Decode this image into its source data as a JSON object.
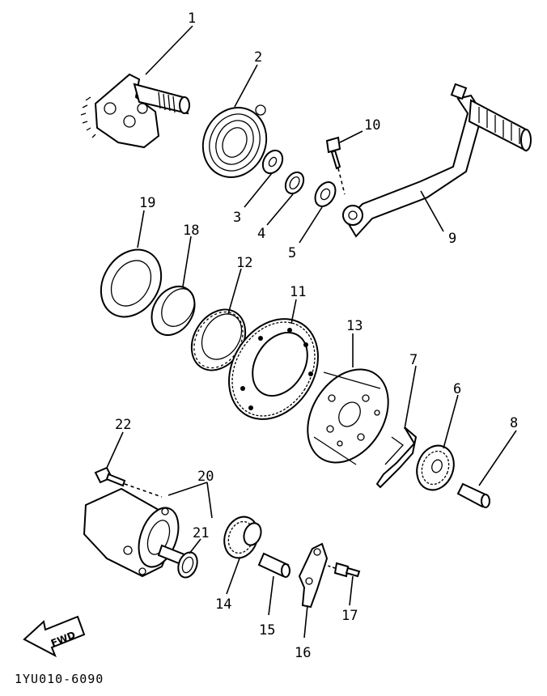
{
  "diagram": {
    "parts": [
      {
        "id": "p1",
        "number": "1"
      },
      {
        "id": "p2",
        "number": "2"
      },
      {
        "id": "p3",
        "number": "3"
      },
      {
        "id": "p4",
        "number": "4"
      },
      {
        "id": "p5",
        "number": "5"
      },
      {
        "id": "p6",
        "number": "6"
      },
      {
        "id": "p7",
        "number": "7"
      },
      {
        "id": "p8",
        "number": "8"
      },
      {
        "id": "p9",
        "number": "9"
      },
      {
        "id": "p10",
        "number": "10"
      },
      {
        "id": "p11",
        "number": "11"
      },
      {
        "id": "p12",
        "number": "12"
      },
      {
        "id": "p13",
        "number": "13"
      },
      {
        "id": "p14",
        "number": "14"
      },
      {
        "id": "p15",
        "number": "15"
      },
      {
        "id": "p16",
        "number": "16"
      },
      {
        "id": "p17",
        "number": "17"
      },
      {
        "id": "p18",
        "number": "18"
      },
      {
        "id": "p19",
        "number": "19"
      },
      {
        "id": "p20",
        "number": "20"
      },
      {
        "id": "p21",
        "number": "21"
      },
      {
        "id": "p22",
        "number": "22"
      }
    ],
    "direction_marker": "FWD",
    "drawing_code": "1YU010-6090"
  }
}
